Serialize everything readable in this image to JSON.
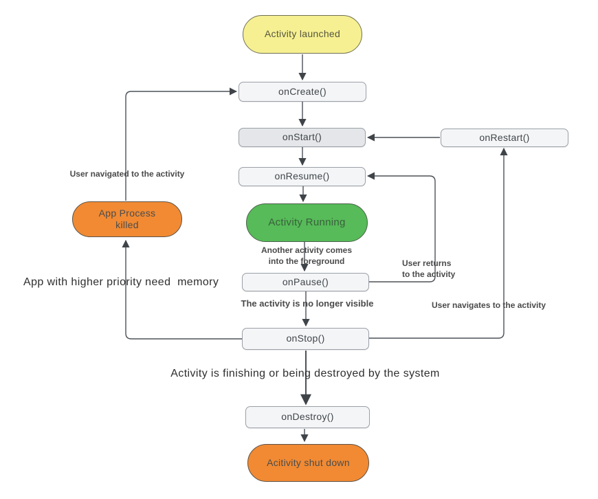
{
  "nodes": {
    "activity_launched": {
      "label": "Activity launched",
      "fill": "#f6f092"
    },
    "on_create": {
      "label": "onCreate()",
      "fill": "#f4f5f7"
    },
    "on_start": {
      "label": "onStart()",
      "fill": "#e4e6e9"
    },
    "on_restart": {
      "label": "onRestart()",
      "fill": "#f4f5f7"
    },
    "on_resume": {
      "label": "onResume()",
      "fill": "#f4f5f7"
    },
    "activity_running": {
      "label": "Activity Running",
      "fill": "#56bb58"
    },
    "on_pause": {
      "label": "onPause()",
      "fill": "#f4f5f7"
    },
    "app_process_killed": {
      "label": "App Process\nkilled",
      "fill": "#f18a33"
    },
    "on_stop": {
      "label": "onStop()",
      "fill": "#f4f5f7"
    },
    "on_destroy": {
      "label": "onDestroy()",
      "fill": "#f4f5f7"
    },
    "activity_shut_down": {
      "label": "Acitivity shut down",
      "fill": "#f18a33"
    }
  },
  "edge_labels": {
    "user_navigated": "User navigated to the activity",
    "another_activity": "Another activity comes\ninto the foreground",
    "user_returns": "User returns\nto the activity",
    "no_longer_visible": "The activity is no longer visible",
    "user_navigates": "User navigates to the activity",
    "higher_priority": "App with higher priority need  memory",
    "finishing": "Activity is finishing or being destroyed by the system"
  },
  "colors": {
    "terminator_yellow": "#f6f092",
    "state_green": "#56bb58",
    "terminator_orange": "#f18a33",
    "lifecycle_box_fill": "#f4f5f7",
    "lifecycle_box_fill_active": "#e4e6e9",
    "box_border": "#9aa0a6",
    "edge_stroke": "#4b5157"
  }
}
